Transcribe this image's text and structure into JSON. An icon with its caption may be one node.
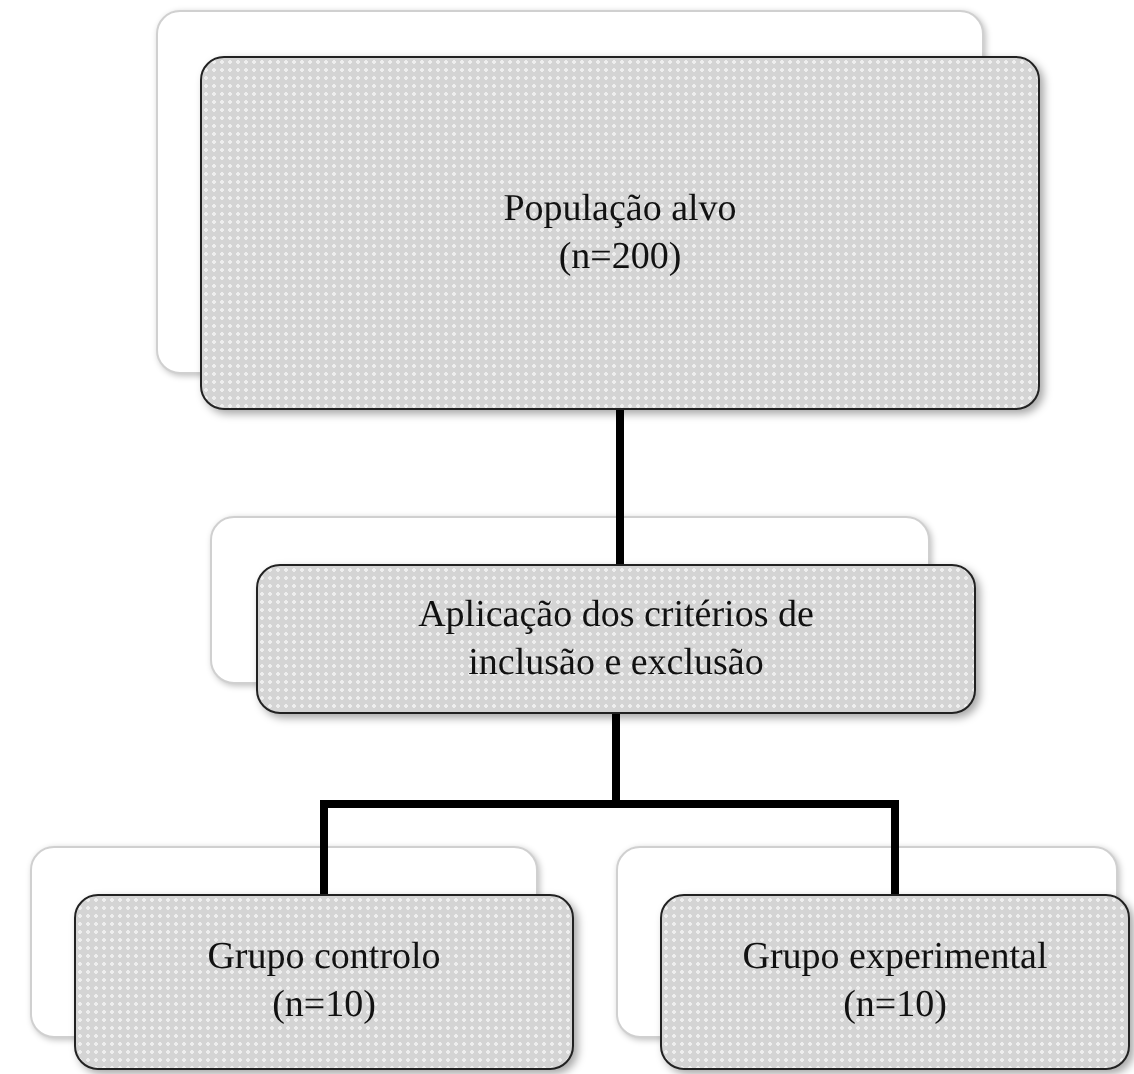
{
  "diagram": {
    "nodes": [
      {
        "text": [
          "População  alvo (n=200)"
        ]
      },
      {
        "text": [
          "Aplicação dos critérios de inclusão e exclusão"
        ]
      },
      {
        "text": [
          "Grupo controlo (n=10)"
        ]
      },
      {
        "text": [
          "Grupo experimental (n=10)"
        ]
      }
    ],
    "edges": [
      {
        "from": 0,
        "to": 1,
        "arrow": "none"
      },
      {
        "from": 1,
        "to": 2,
        "arrow": "none"
      },
      {
        "from": 1,
        "to": 3,
        "arrow": "none"
      }
    ]
  }
}
